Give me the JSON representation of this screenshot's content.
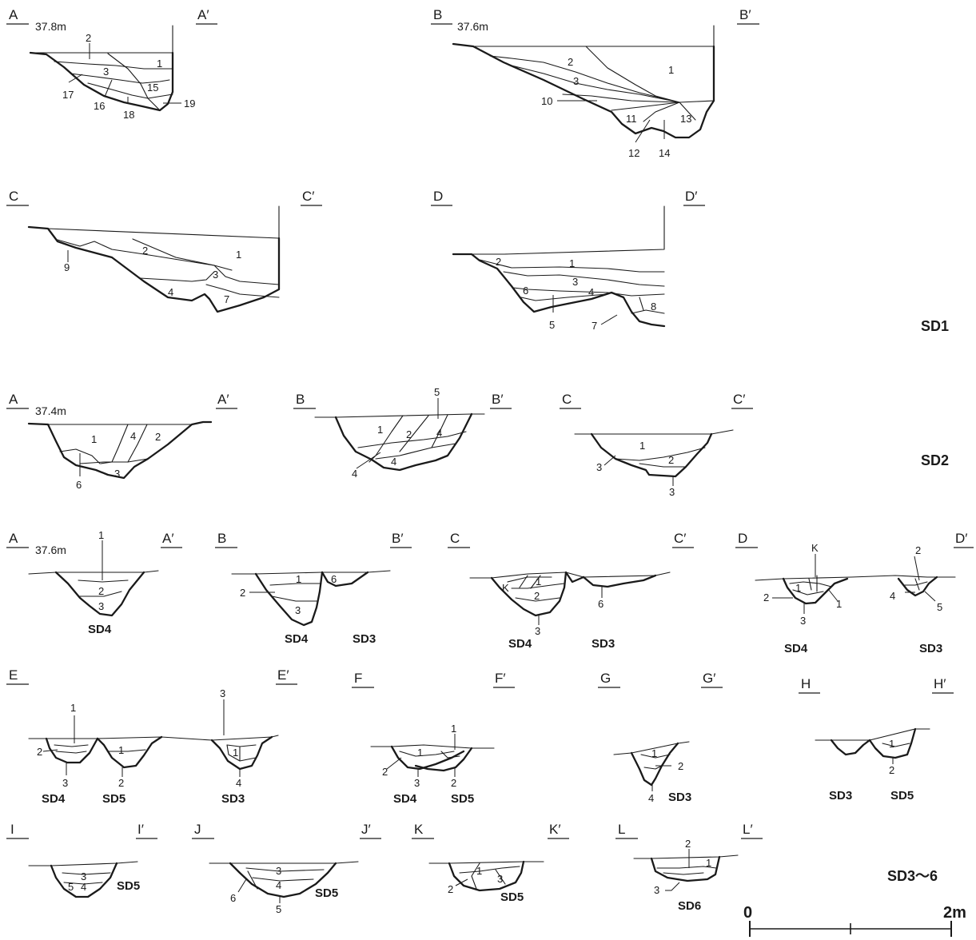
{
  "groups": {
    "sd1": {
      "label": "SD1",
      "sections": [
        {
          "id": "A",
          "start": "A",
          "end": "A′",
          "elevation": "37.8m",
          "layers": [
            "1",
            "2",
            "3",
            "15",
            "16",
            "17",
            "18",
            "19"
          ]
        },
        {
          "id": "B",
          "start": "B",
          "end": "B′",
          "elevation": "37.6m",
          "layers": [
            "1",
            "2",
            "3",
            "10",
            "11",
            "12",
            "13",
            "14"
          ]
        },
        {
          "id": "C",
          "start": "C",
          "end": "C′",
          "layers": [
            "1",
            "2",
            "3",
            "4",
            "7",
            "9"
          ]
        },
        {
          "id": "D",
          "start": "D",
          "end": "D′",
          "layers": [
            "1",
            "2",
            "3",
            "4",
            "5",
            "6",
            "7",
            "8"
          ]
        }
      ]
    },
    "sd2": {
      "label": "SD2",
      "sections": [
        {
          "id": "A",
          "start": "A",
          "end": "A′",
          "elevation": "37.4m",
          "layers": [
            "1",
            "2",
            "3",
            "4",
            "6"
          ]
        },
        {
          "id": "B",
          "start": "B",
          "end": "B′",
          "layers": [
            "1",
            "2",
            "4",
            "5",
            "4"
          ]
        },
        {
          "id": "C",
          "start": "C",
          "end": "C′",
          "layers": [
            "1",
            "2",
            "3",
            "3"
          ]
        }
      ]
    },
    "sd3_6": {
      "label": "SD3〜6",
      "sections": [
        {
          "id": "A",
          "start": "A",
          "end": "A′",
          "elevation": "37.6m",
          "layers": [
            "1",
            "2",
            "3"
          ],
          "features": [
            "SD4"
          ]
        },
        {
          "id": "B",
          "start": "B",
          "end": "B′",
          "layers": [
            "1",
            "2",
            "3",
            "6"
          ],
          "features": [
            "SD4",
            "SD3"
          ]
        },
        {
          "id": "C",
          "start": "C",
          "end": "C′",
          "layers": [
            "K",
            "1",
            "2",
            "3",
            "6"
          ],
          "features": [
            "SD4",
            "SD3"
          ]
        },
        {
          "id": "D",
          "start": "D",
          "end": "D′",
          "layers": [
            "K",
            "1",
            "2",
            "1",
            "3",
            "2",
            "4",
            "5"
          ],
          "features": [
            "SD4",
            "SD3"
          ]
        },
        {
          "id": "E",
          "start": "E",
          "end": "E′",
          "layers": [
            "1",
            "2",
            "3",
            "1",
            "2",
            "3",
            "1",
            "4"
          ],
          "features": [
            "SD4",
            "SD5",
            "SD3"
          ]
        },
        {
          "id": "F",
          "start": "F",
          "end": "F′",
          "layers": [
            "1",
            "1",
            "2",
            "3",
            "2"
          ],
          "features": [
            "SD4",
            "SD5"
          ]
        },
        {
          "id": "G",
          "start": "G",
          "end": "G′",
          "layers": [
            "1",
            "2",
            "4"
          ],
          "features": [
            "SD3"
          ]
        },
        {
          "id": "H",
          "start": "H",
          "end": "H′",
          "layers": [
            "1",
            "2"
          ],
          "features": [
            "SD3",
            "SD5"
          ]
        },
        {
          "id": "I",
          "start": "I",
          "end": "I′",
          "layers": [
            "3",
            "4",
            "5"
          ],
          "features": [
            "SD5"
          ]
        },
        {
          "id": "J",
          "start": "J",
          "end": "J′",
          "layers": [
            "3",
            "4",
            "5",
            "6"
          ],
          "features": [
            "SD5"
          ]
        },
        {
          "id": "K",
          "start": "K",
          "end": "K′",
          "layers": [
            "1",
            "2",
            "3"
          ],
          "features": [
            "SD5"
          ]
        },
        {
          "id": "L",
          "start": "L",
          "end": "L′",
          "layers": [
            "1",
            "2",
            "3"
          ],
          "features": [
            "SD6"
          ]
        }
      ]
    }
  },
  "scale": {
    "start": "0",
    "end": "2m"
  }
}
